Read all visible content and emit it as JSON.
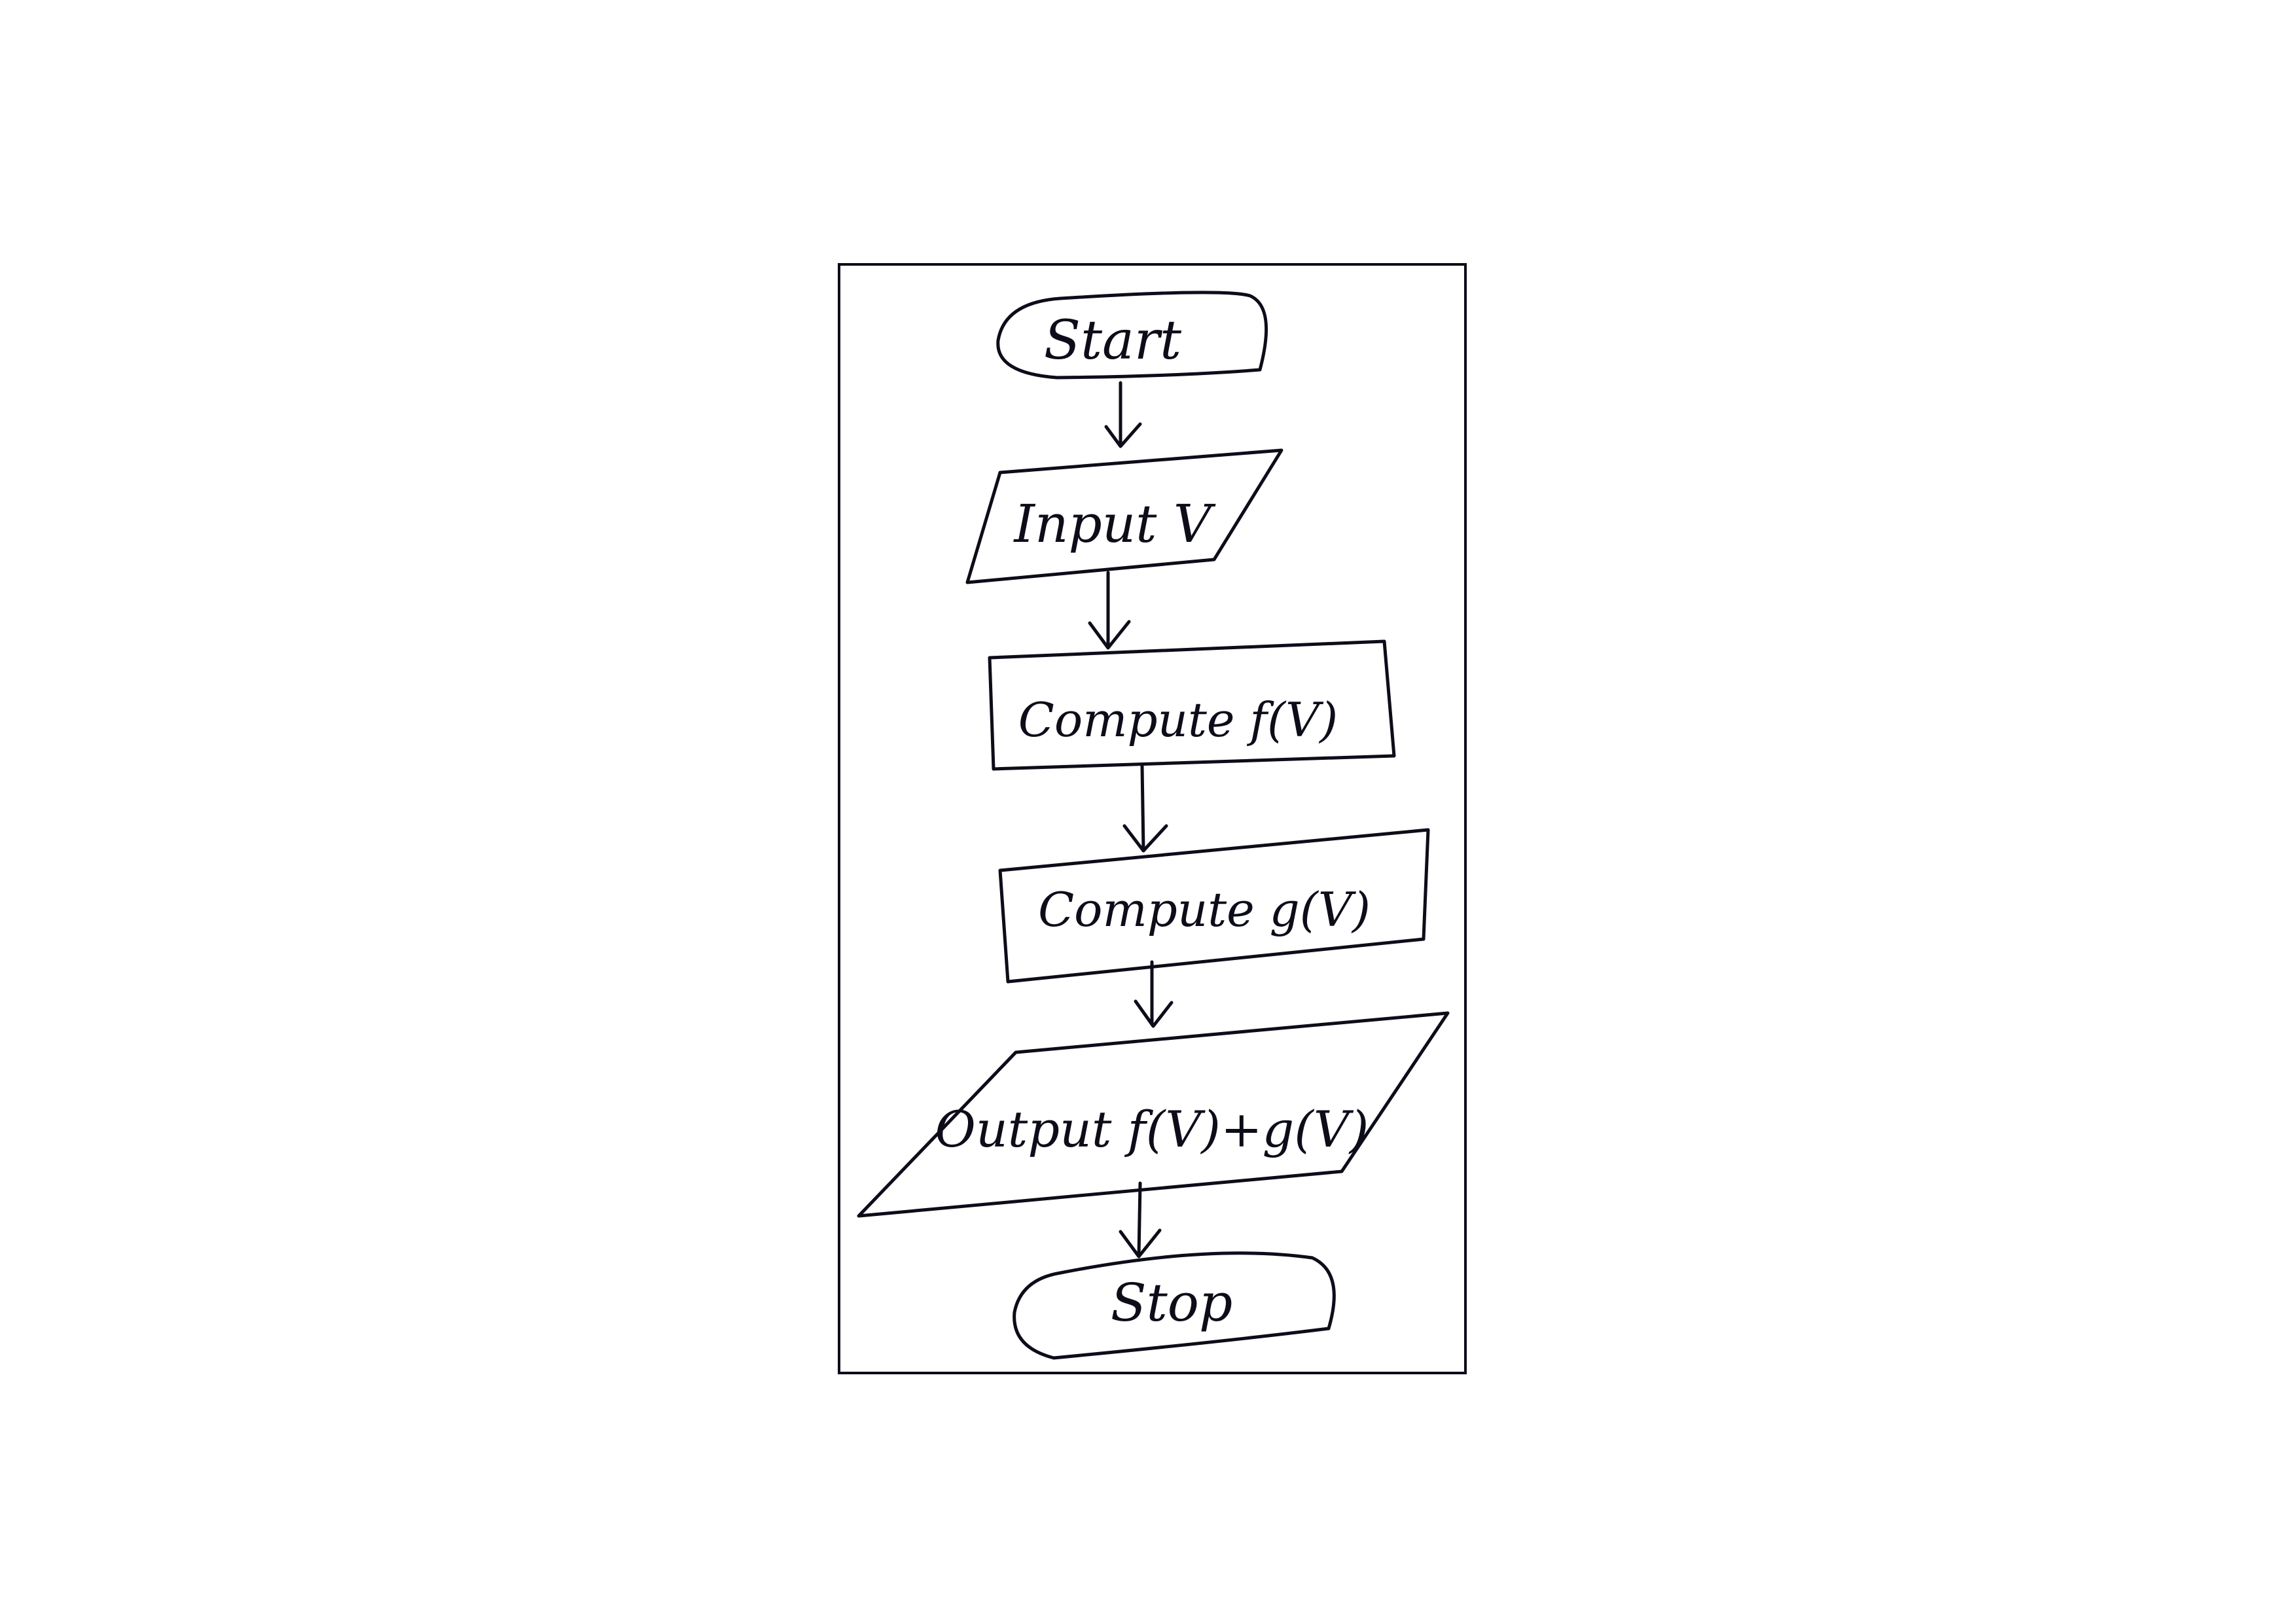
{
  "diagram": {
    "ink_color": "#0d0d1a",
    "paper_color": "#ffffff",
    "nodes": [
      {
        "id": "start",
        "shape": "terminator",
        "label": "Start"
      },
      {
        "id": "input",
        "shape": "parallelogram",
        "label": "Input V"
      },
      {
        "id": "compute-f",
        "shape": "rectangle",
        "label": "Compute f(V)"
      },
      {
        "id": "compute-g",
        "shape": "rectangle",
        "label": "Compute g(V)"
      },
      {
        "id": "output",
        "shape": "parallelogram",
        "label": "Output f(V)+g(V)"
      },
      {
        "id": "stop",
        "shape": "terminator",
        "label": "Stop"
      }
    ],
    "edges": [
      {
        "from": "start",
        "to": "input"
      },
      {
        "from": "input",
        "to": "compute-f"
      },
      {
        "from": "compute-f",
        "to": "compute-g"
      },
      {
        "from": "compute-g",
        "to": "output"
      },
      {
        "from": "output",
        "to": "stop"
      }
    ]
  }
}
